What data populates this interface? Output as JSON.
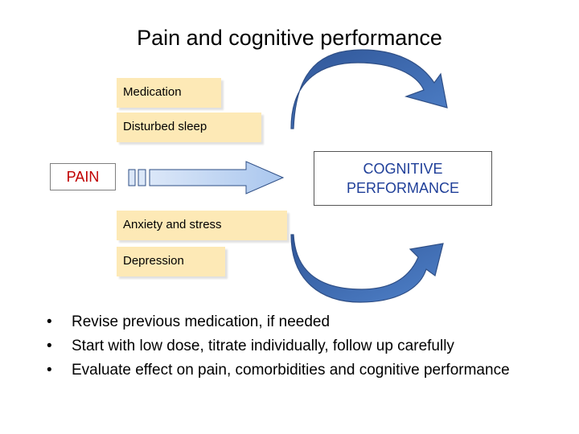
{
  "title": "Pain and cognitive performance",
  "factors": {
    "medication": "Medication",
    "disturbed_sleep": "Disturbed sleep",
    "anxiety": "Anxiety and stress",
    "depression": "Depression"
  },
  "pain_label": "PAIN",
  "outcome_label_line1": "COGNITIVE",
  "outcome_label_line2": "PERFORMANCE",
  "bullets": [
    "Revise previous medication, if needed",
    "Start with low dose, titrate individually, follow up carefully",
    "Evaluate effect on pain, comorbidities and cognitive performance"
  ],
  "colors": {
    "factor_fill": "#fde9b6",
    "pain_text": "#c00000",
    "outcome_text": "#1f3f99",
    "curved_arrow_fill": "#3f6eb3",
    "main_arrow_fill": "#b3cdef"
  }
}
